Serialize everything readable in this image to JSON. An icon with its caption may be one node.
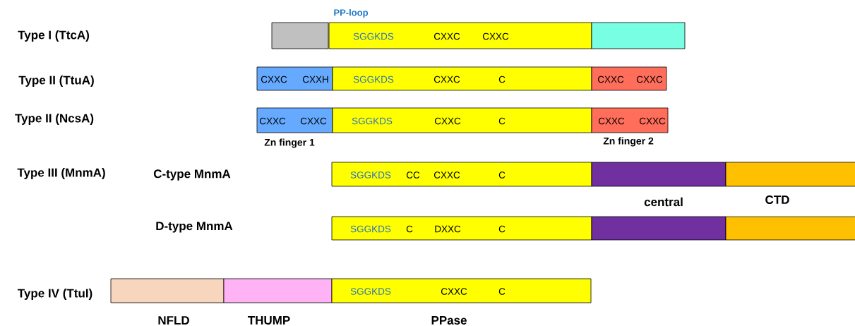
{
  "diagram": {
    "nodes": [
      {
        "text": [],
        "shape": "box"
      },
      {
        "text": [
          "SGGKDS",
          "CXXC",
          "CXXC"
        ]
      },
      {
        "text": [],
        "shape": "box"
      },
      {
        "text": [
          "CXXC",
          "CXXH"
        ]
      },
      {
        "text": [
          "SGGKDS",
          "CXXC",
          "C"
        ]
      },
      {
        "text": [
          "CXXC",
          "CXXC"
        ]
      },
      {
        "text": [
          "CXXC",
          "CXXC"
        ]
      },
      {
        "text": [
          "SGGKDS",
          "CXXC",
          "C"
        ]
      },
      {
        "text": [
          "CXXC",
          "CXXC"
        ]
      },
      {
        "text": [
          "SGGKDS",
          "CC",
          "CXXC",
          "C"
        ]
      },
      {
        "text": [],
        "shape": "box"
      },
      {
        "text": [],
        "shape": "box"
      },
      {
        "text": [
          "SGGKDS",
          "C",
          "DXXC",
          "C"
        ]
      },
      {
        "text": [],
        "shape": "box"
      },
      {
        "text": [],
        "shape": "box"
      },
      {
        "text": [],
        "shape": "box"
      },
      {
        "text": [],
        "shape": "box"
      },
      {
        "text": [
          "SGGKDS",
          "CXXC",
          "C"
        ]
      }
    ],
    "labels": [
      "PP-loop",
      "Type I (TtcA)",
      "Type II (TtuA)",
      "Type II (NcsA)",
      "Zn finger 1",
      "Zn finger 2",
      "Type III (MnmA)",
      "C-type MnmA",
      "central",
      "CTD",
      "D-type MnmA",
      "Type IV (TtuI)",
      "NFLD",
      "THUMP",
      "PPase"
    ]
  }
}
